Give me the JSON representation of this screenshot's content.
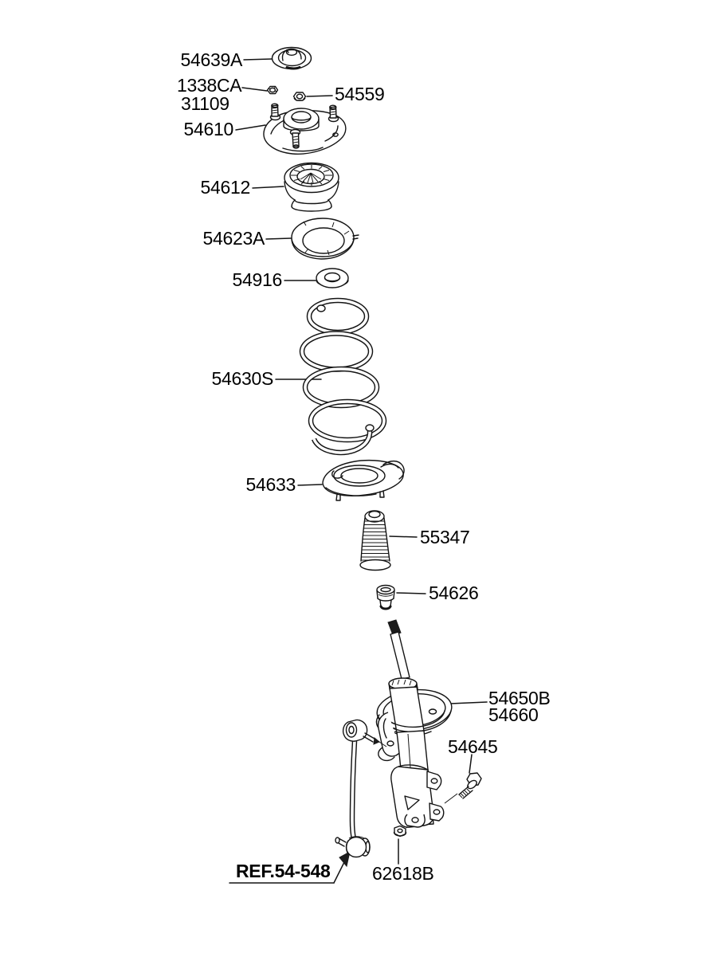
{
  "diagram": {
    "type": "exploded-parts-diagram",
    "subject": "Front spring and strut assembly",
    "background_color": "#ffffff",
    "line_color": "#141414",
    "labels": {
      "cap": "54639A",
      "nut_alt_a": "1338CA",
      "nut_alt_b": "31109",
      "nut_upper": "54559",
      "insulator_mount": "54610",
      "strut_bearing": "54612",
      "spring_seat_upper": "54623A",
      "bumper_ring": "54916",
      "coil_spring": "54630S",
      "spring_pad_lower": "54633",
      "dust_cover": "55347",
      "bump_stopper": "54626",
      "strut_assy_a": "54650B",
      "strut_assy_b": "54660",
      "bolt": "54645",
      "stabilizer_link_ref": "REF.54-548",
      "flange_nut": "62618B"
    }
  }
}
